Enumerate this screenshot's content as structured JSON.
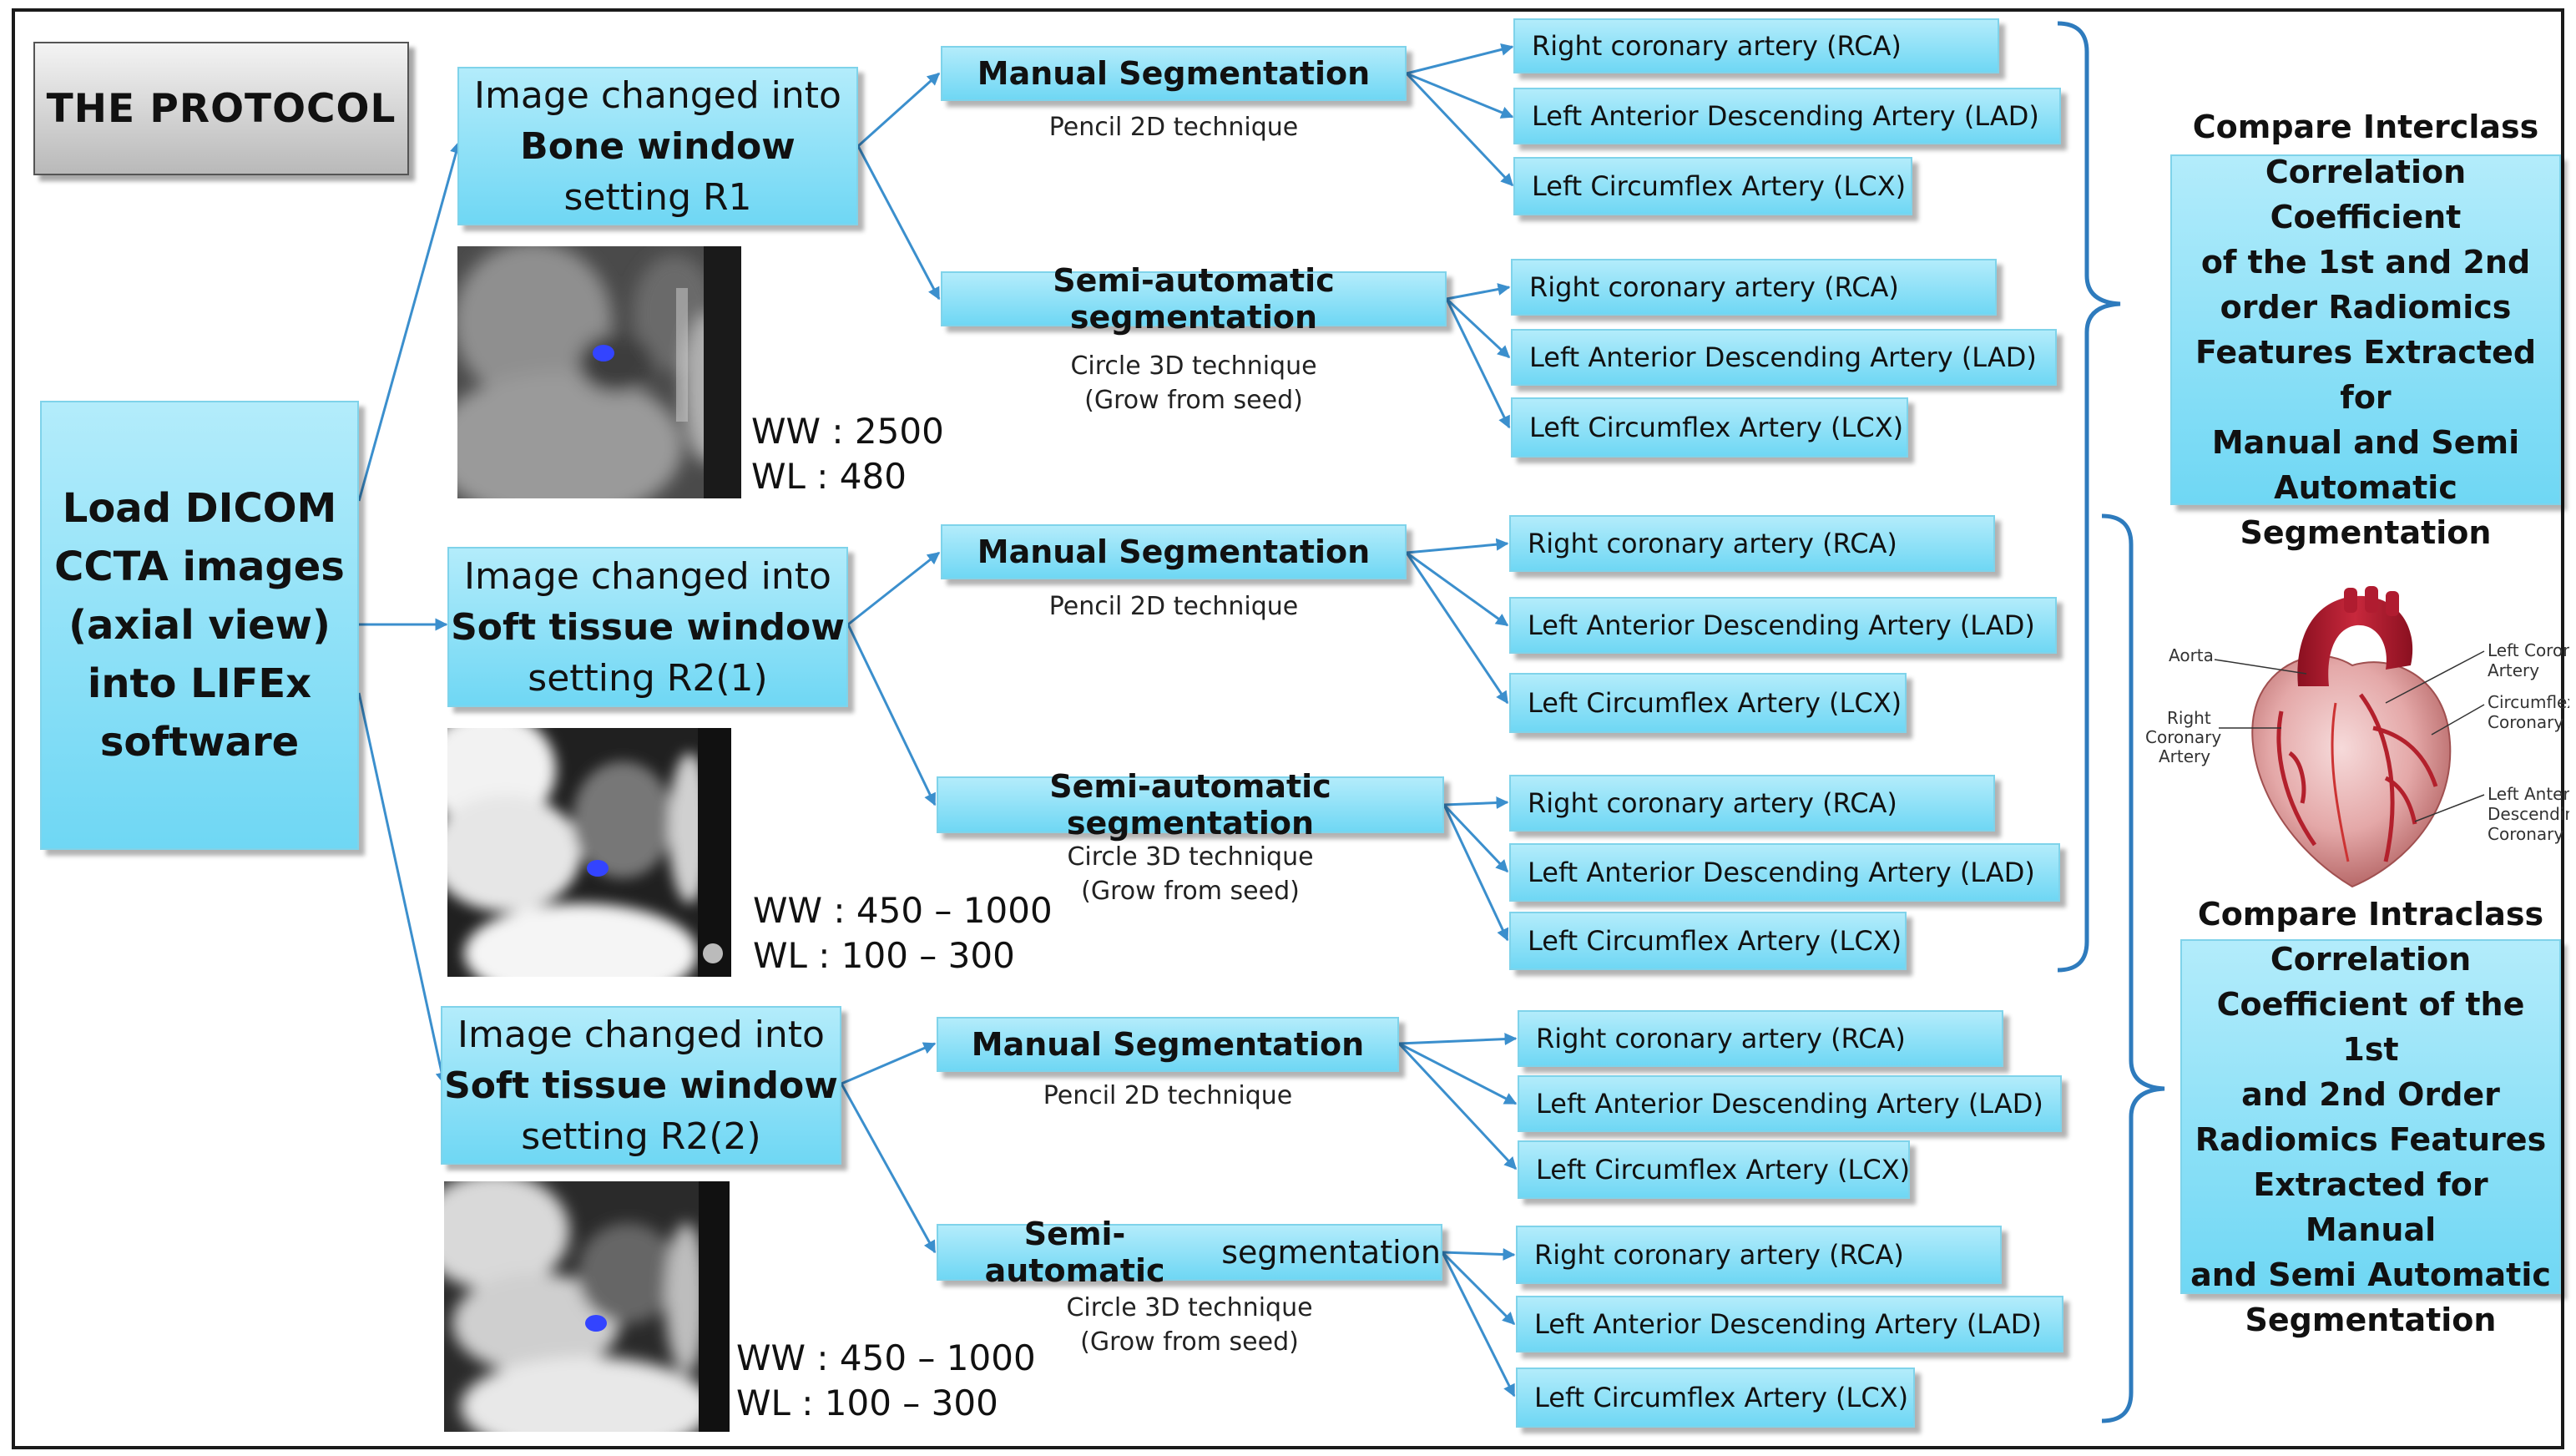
{
  "protocol_title": "THE PROTOCOL",
  "load_box": [
    "Load DICOM",
    "CCTA images",
    "(axial view)",
    "into LIFEx",
    "software"
  ],
  "windows": [
    {
      "line1": "Image changed into",
      "line2": "Bone window",
      "line3": "setting R1",
      "ww": "WW : 2500",
      "wl": "WL : 480"
    },
    {
      "line1": "Image changed into",
      "line2": "Soft tissue window",
      "line3": "setting R2(1)",
      "ww": "WW : 450 – 1000",
      "wl": "WL : 100 – 300"
    },
    {
      "line1": "Image changed into",
      "line2": "Soft tissue window",
      "line3": "setting R2(2)",
      "ww": "WW : 450 – 1000",
      "wl": "WL : 100 – 300"
    }
  ],
  "manual": {
    "title": "Manual Segmentation",
    "technique": "Pencil 2D technique"
  },
  "semi": {
    "title_bold": "Semi-automatic segmentation",
    "title_bold_short": "Semi-automatic",
    "title_rest": " segmentation",
    "technique_line1": "Circle 3D technique",
    "technique_line2": "(Grow from seed)"
  },
  "arteries": {
    "rca": "Right coronary artery (RCA)",
    "lad": "Left Anterior  Descending Artery (LAD)",
    "lcx": "Left Circumflex Artery (LCX)"
  },
  "compare_inter": [
    "Compare Interclass",
    "Correlation Coefficient",
    "of the 1st and 2nd",
    "order Radiomics",
    "Features Extracted for",
    "Manual and Semi",
    "Automatic",
    "Segmentation"
  ],
  "compare_intra": [
    "Compare Intraclass",
    "Correlation",
    "Coefficient of the 1st",
    "and 2nd Order",
    "Radiomics Features",
    "Extracted for Manual",
    "and Semi Automatic",
    "Segmentation"
  ],
  "heart_labels": {
    "aorta": "Aorta",
    "rca": [
      "Right",
      "Coronary",
      "Artery"
    ],
    "lca": [
      "Left Coronary",
      "Artery"
    ],
    "lcx": [
      "Circumflex",
      "Coronary Artery"
    ],
    "lad": [
      "Left Anterior",
      "Descending",
      "Coronary Artery"
    ]
  },
  "colors": {
    "box_top": "#b3ecfb",
    "box_bottom": "#6fd7f4",
    "connector": "#3b8fcd",
    "brace": "#2e7bbd"
  }
}
